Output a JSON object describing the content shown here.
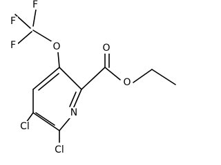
{
  "figure": {
    "type": "skeletal-structure",
    "background_color": "#ffffff",
    "line_color": "#000000",
    "atom_labels": {
      "f1": "F",
      "f2": "F",
      "f3": "F",
      "o_ether": "O",
      "o_carbonyl": "O",
      "o_ester": "O",
      "n_ring": "N",
      "cl_upper": "Cl",
      "cl_lower": "Cl"
    }
  }
}
